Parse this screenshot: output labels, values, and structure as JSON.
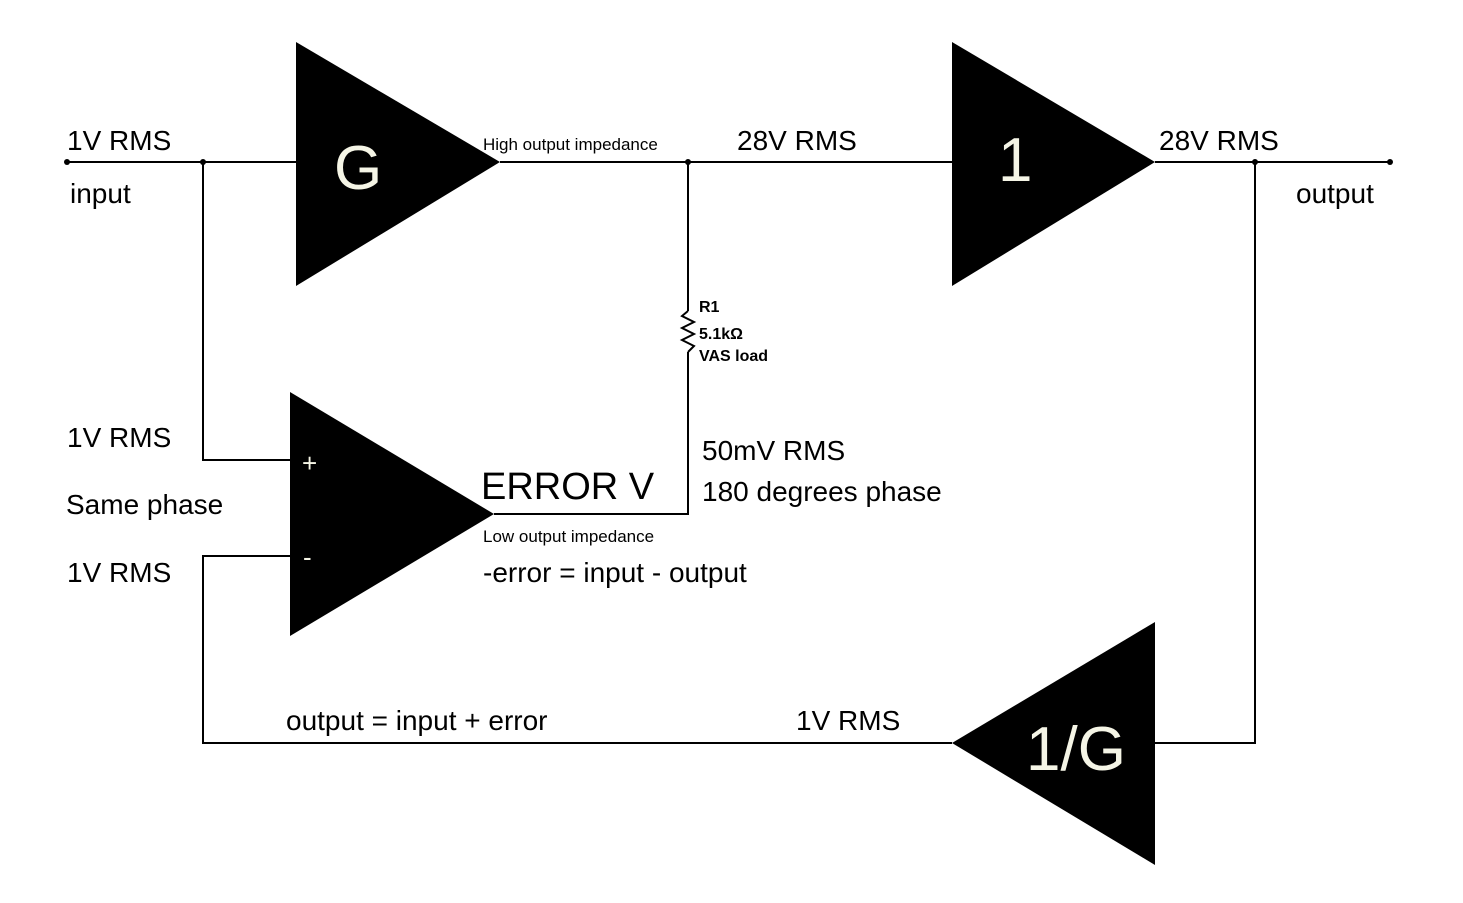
{
  "labels": {
    "input_level": "1V RMS",
    "input_name": "input",
    "g_output_note": "High output impedance",
    "mid_level": "28V RMS",
    "output_level": "28V RMS",
    "output_name": "output",
    "plus_level": "1V RMS",
    "same_phase": "Same phase",
    "minus_level": "1V RMS",
    "error_name": "ERROR V",
    "error_level": "50mV RMS",
    "error_phase": "180 degrees phase",
    "error_note": "Low output impedance",
    "error_equation": "-error = input - output",
    "output_equation": "output = input + error",
    "feedback_level": "1V RMS"
  },
  "amplifiers": {
    "gain_g": "G",
    "buffer": "1",
    "feedback": "1/G",
    "plus_sign": "+",
    "minus_sign": "-"
  },
  "resistor": {
    "ref": "R1",
    "value": "5.1kΩ",
    "role": "VAS load"
  }
}
